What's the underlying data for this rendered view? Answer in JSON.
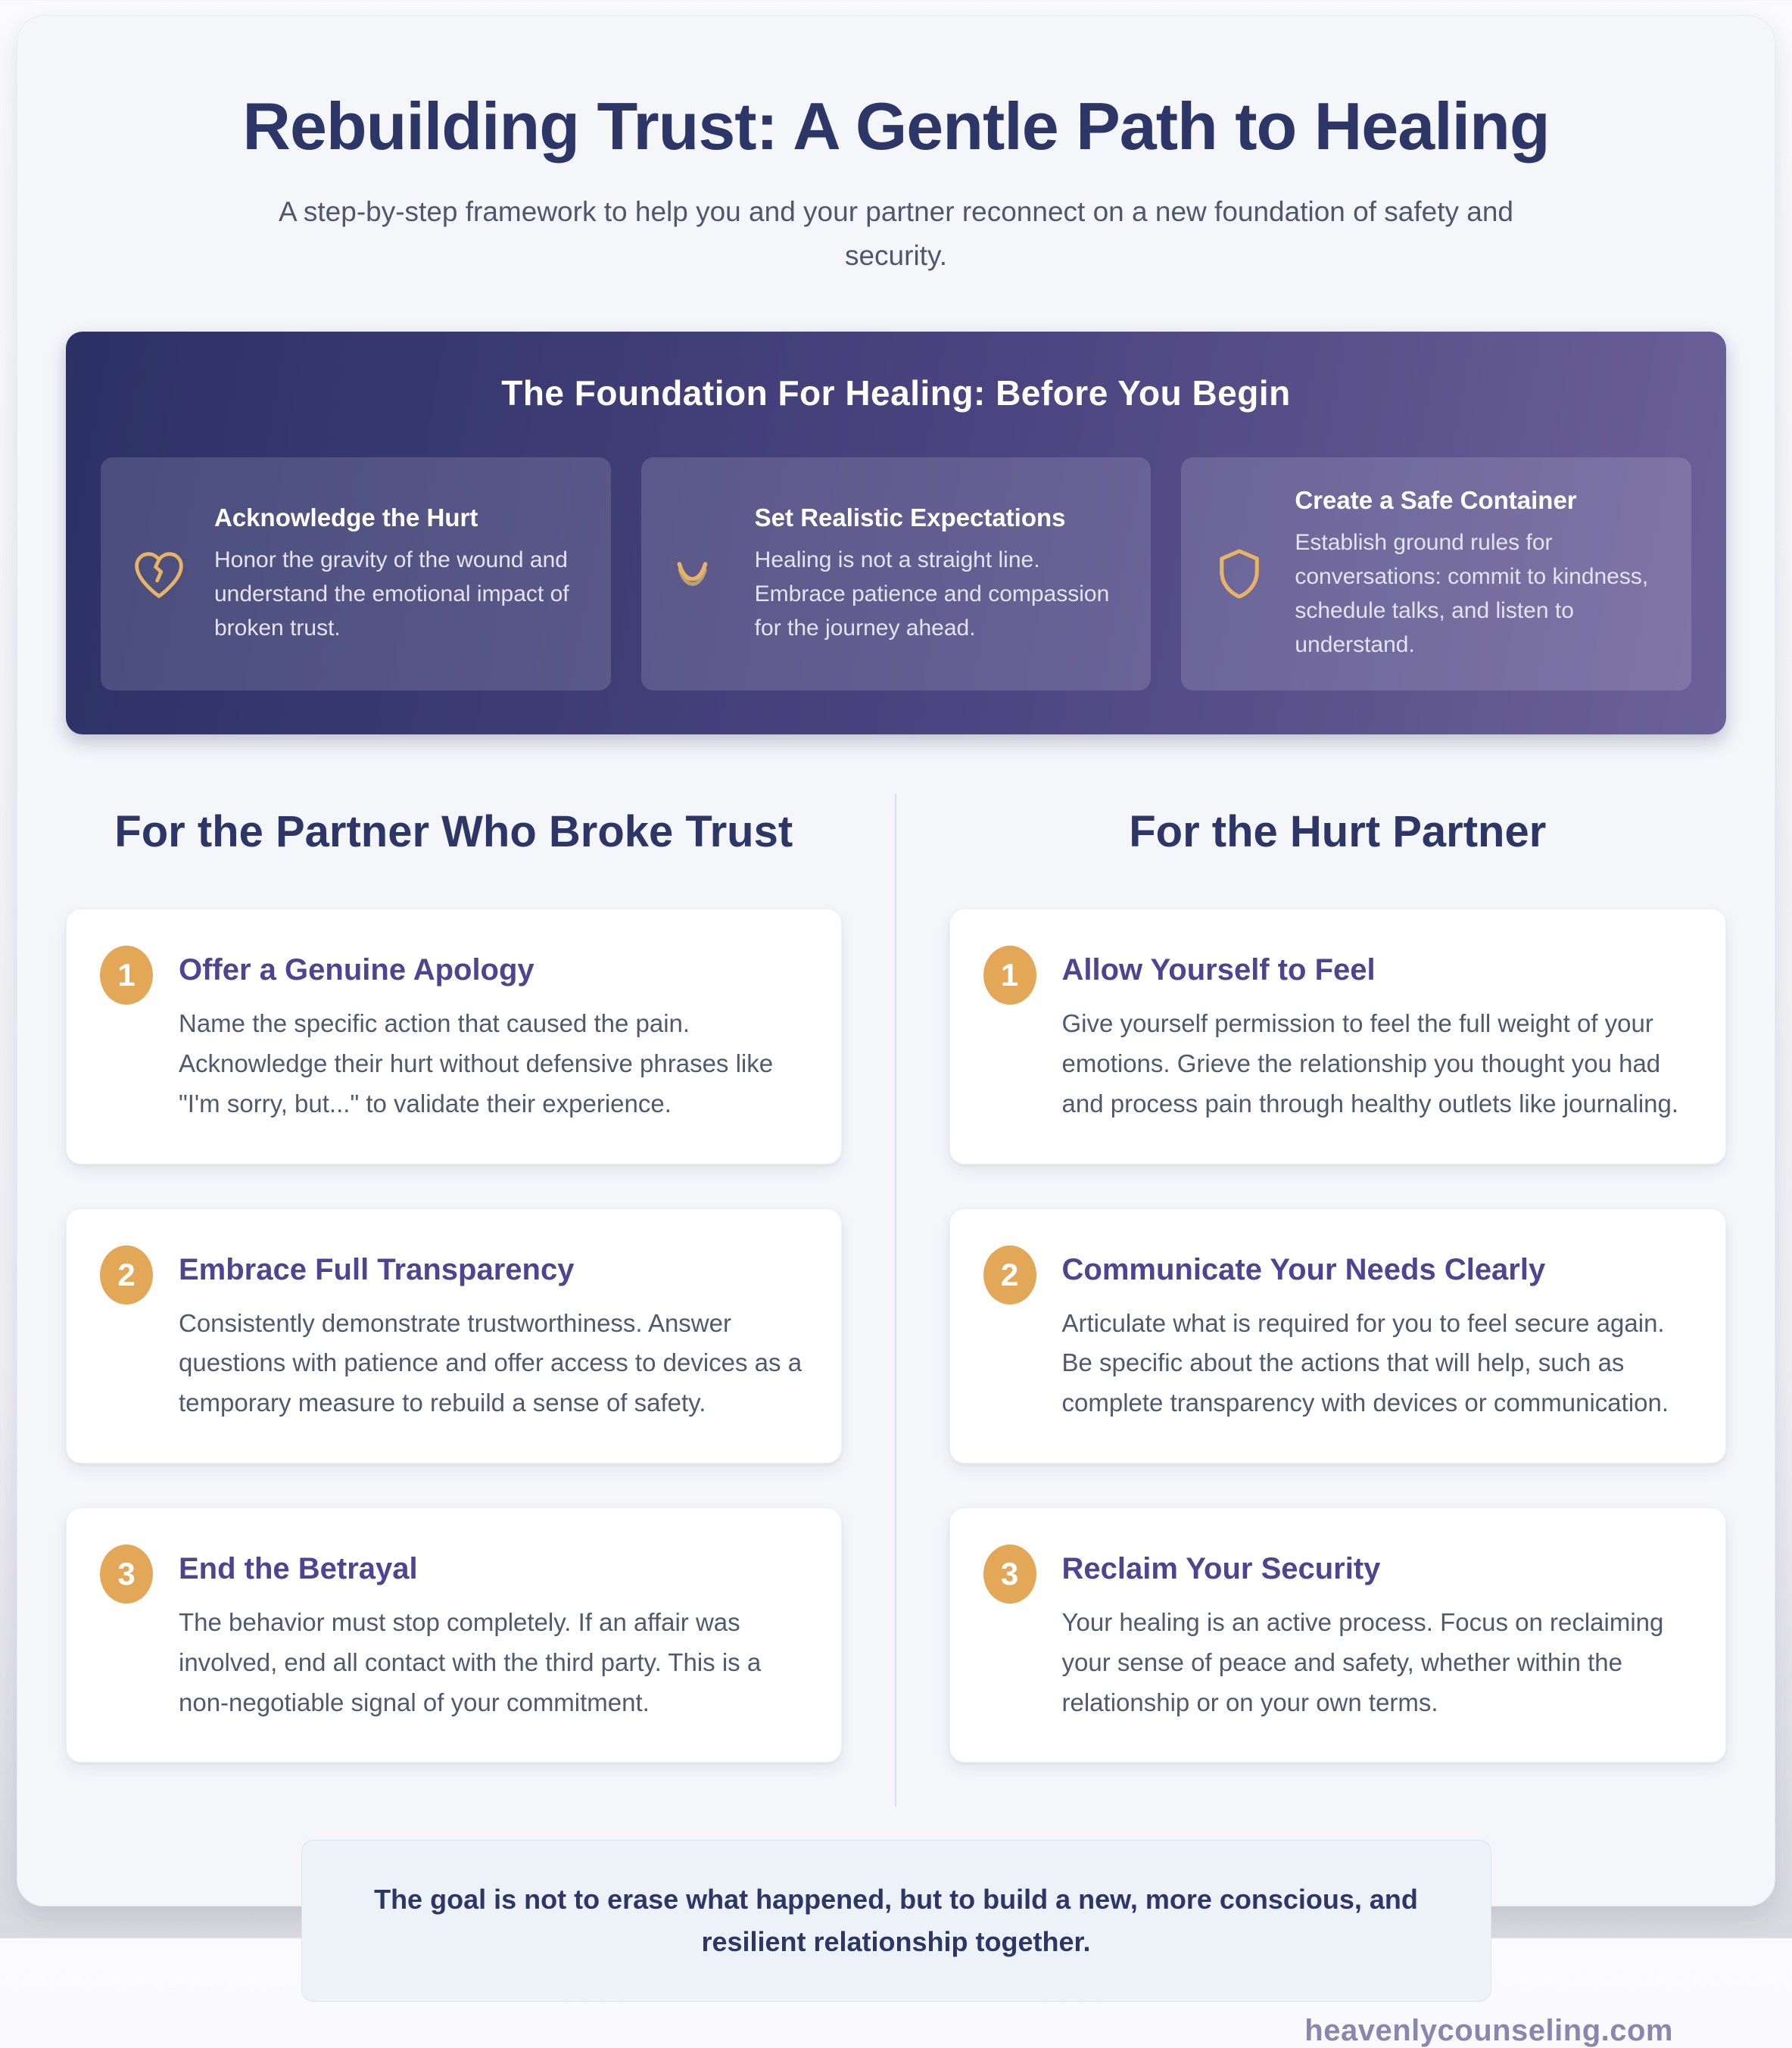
{
  "page": {
    "title": "Rebuilding Trust: A Gentle Path to Healing",
    "subtitle": "A step-by-step framework to help you and your partner reconnect on a new foundation of safety and security.",
    "goal_note": "The goal is not to erase what happened, but to build a new, more conscious, and resilient relationship together.",
    "website": "heavenlycounseling.com"
  },
  "foundation": {
    "heading": "The Foundation For Healing: Before You Begin",
    "cards": [
      {
        "icon": "broken-heart-icon",
        "title": "Acknowledge the Hurt",
        "body": "Honor the gravity of the wound and understand the emotional impact of broken trust."
      },
      {
        "icon": "healing-curve-icon",
        "title": "Set Realistic Expectations",
        "body": "Healing is not a straight line. Embrace patience and compassion for the journey ahead."
      },
      {
        "icon": "shield-icon",
        "title": "Create a Safe Container",
        "body": "Establish ground rules for conversations: commit to kindness, schedule talks, and listen to understand."
      }
    ]
  },
  "columns": [
    {
      "heading": "For the Partner Who Broke Trust",
      "steps": [
        {
          "number": "1",
          "title": "Offer a Genuine Apology",
          "body": "Name the specific action that caused the pain. Acknowledge their hurt without defensive phrases like \"I'm sorry, but...\" to validate their experience."
        },
        {
          "number": "2",
          "title": "Embrace Full Transparency",
          "body": "Consistently demonstrate trustworthiness. Answer questions with patience and offer access to devices as a temporary measure to rebuild a sense of safety."
        },
        {
          "number": "3",
          "title": "End the Betrayal",
          "body": "The behavior must stop completely. If an affair was involved, end all contact with the third party. This is a non-negotiable signal of your commitment."
        }
      ]
    },
    {
      "heading": "For the Hurt Partner",
      "steps": [
        {
          "number": "1",
          "title": "Allow Yourself to Feel",
          "body": "Give yourself permission to feel the full weight of your emotions. Grieve the relationship you thought you had and process pain through healthy outlets like journaling."
        },
        {
          "number": "2",
          "title": "Communicate Your Needs Clearly",
          "body": "Articulate what is required for you to feel secure again. Be specific about the actions that will help, such as complete transparency with devices or communication."
        },
        {
          "number": "3",
          "title": "Reclaim Your Security",
          "body": "Your healing is an active process. Focus on reclaiming your sense of peace and safety, whether within the relationship or on your own terms."
        }
      ]
    }
  ],
  "colors": {
    "accent_gold": "#e2a857",
    "navy": "#2c3768",
    "purple_heading": "#4f4491",
    "banner_gradient_start": "#2b3166",
    "banner_gradient_end": "#6c619a",
    "body_text": "#4e5a6e",
    "website_text": "#8b86ae"
  }
}
